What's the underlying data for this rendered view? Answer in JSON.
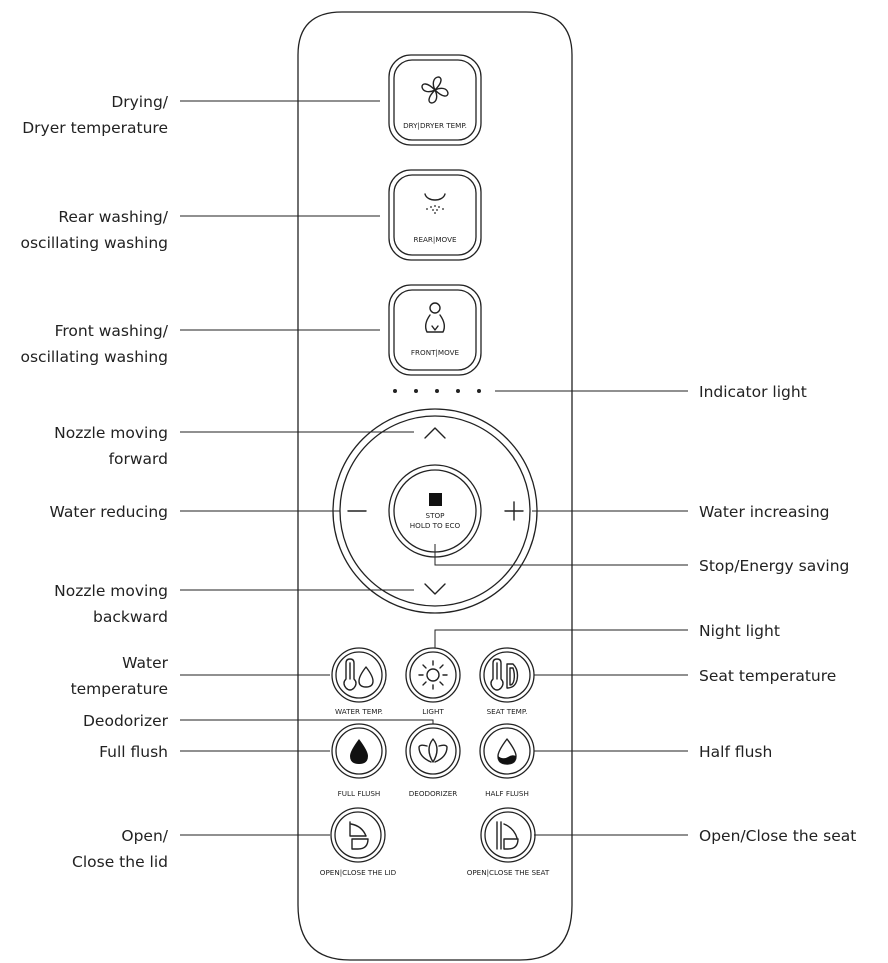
{
  "buttons": {
    "dry": "DRY|DRYER TEMP.",
    "rear": "REAR|MOVE",
    "front": "FRONT|MOVE",
    "stop_line1": "STOP",
    "stop_line2": "HOLD TO ECO",
    "water_temp": "WATER TEMP.",
    "light": "LIGHT",
    "seat_temp": "SEAT TEMP.",
    "full_flush": "FULL FLUSH",
    "deodorizer": "DEODORIZER",
    "half_flush": "HALF FLUSH",
    "open_lid": "OPEN|CLOSE THE LID",
    "open_seat": "OPEN|CLOSE THE SEAT"
  },
  "callouts": {
    "drying_1": "Drying/",
    "drying_2": "Dryer temperature",
    "rear_1": "Rear washing/",
    "rear_2": "oscillating washing",
    "front_1": "Front washing/",
    "front_2": "oscillating washing",
    "indicator": "Indicator light",
    "nozzle_fwd_1": "Nozzle moving",
    "nozzle_fwd_2": "forward",
    "water_reducing": "Water reducing",
    "water_increasing": "Water increasing",
    "stop_energy": "Stop/Energy saving",
    "nozzle_back_1": "Nozzle moving",
    "nozzle_back_2": "backward",
    "night_light": "Night light",
    "water_temp_1": "Water",
    "water_temp_2": "temperature",
    "seat_temp": "Seat temperature",
    "deodorizer": "Deodorizer",
    "full_flush": "Full flush",
    "half_flush": "Half flush",
    "open_lid_1": "Open/",
    "open_lid_2": "Close the lid",
    "open_seat": "Open/Close the seat"
  },
  "icons": [
    "fan-icon",
    "rear-wash-icon",
    "front-wash-icon",
    "stop-square-icon",
    "chevron-up-icon",
    "chevron-down-icon",
    "minus-icon",
    "plus-icon",
    "thermometer-drop-icon",
    "sun-icon",
    "thermometer-seat-icon",
    "drop-full-icon",
    "lotus-icon",
    "drop-half-icon",
    "lid-icon",
    "seat-icon"
  ]
}
